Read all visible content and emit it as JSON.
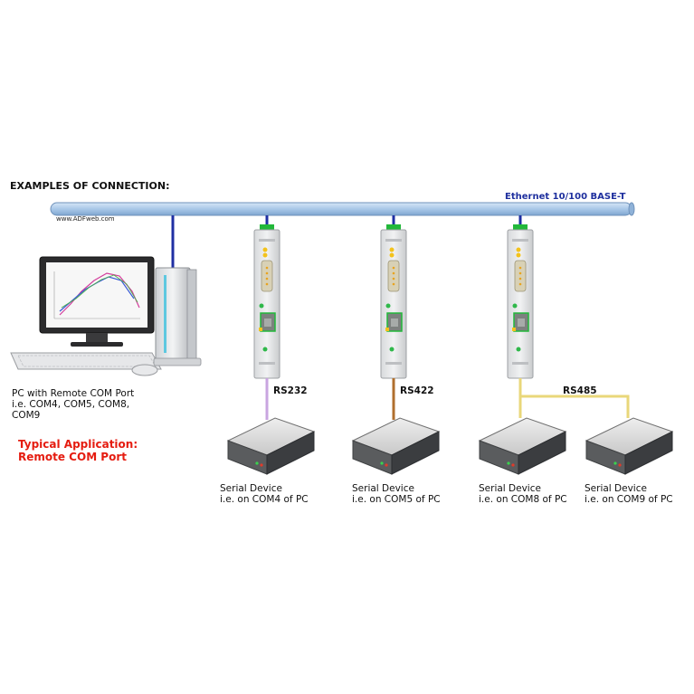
{
  "title": "EXAMPLES OF CONNECTION:",
  "website": "www.ADFweb.com",
  "ethernet_label": "Ethernet 10/100 BASE-T",
  "pc_label": "PC with Remote COM Port\ni.e. COM4, COM5, COM8,\nCOM9",
  "application_label": "Typical Application:\nRemote COM Port",
  "buses": [
    "RS232",
    "RS422",
    "RS485"
  ],
  "devices": [
    "Serial Device\ni.e. on COM4 of PC",
    "Serial Device\ni.e. on COM5 of PC",
    "Serial Device\ni.e. on COM8 of PC",
    "Serial Device\ni.e. on COM9 of PC"
  ],
  "colors": {
    "ethernet": "#a9c8e8",
    "link": "#1f2fa3",
    "rs232": "#c9a5e0",
    "rs422": "#b06f2e",
    "rs485": "#e9d77a",
    "accent_red": "#e51c10"
  }
}
